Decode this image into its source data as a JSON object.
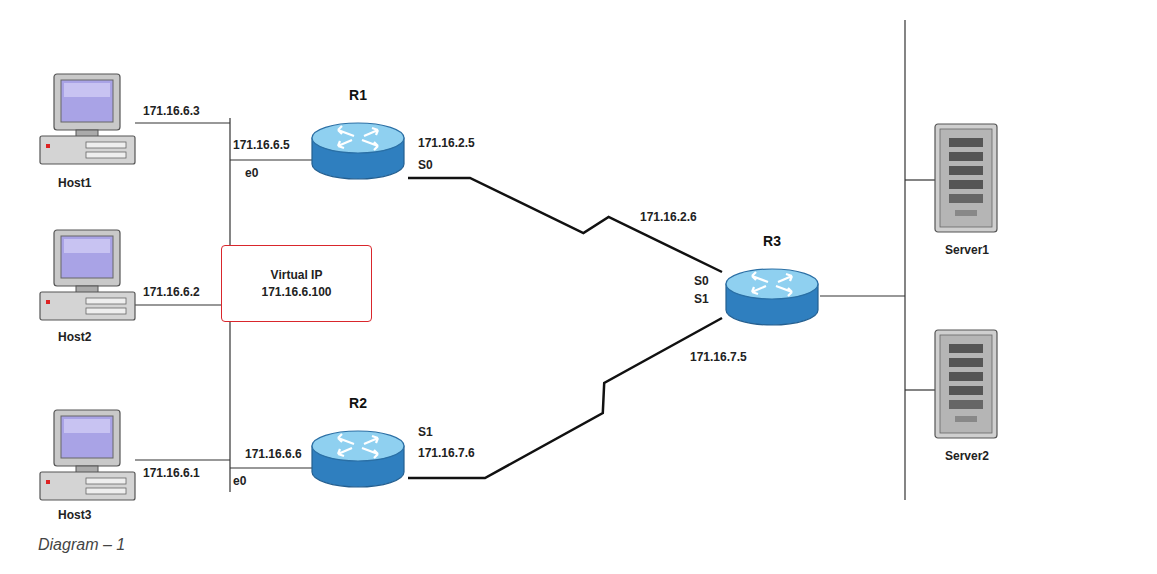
{
  "diagram": {
    "caption": "Diagram – 1",
    "nodes": [
      {
        "text": [
          "R1"
        ]
      },
      {
        "text": [
          "Virtual IP",
          "171.16.6.100"
        ]
      },
      {
        "text": [
          "R2"
        ]
      },
      {
        "text": [
          "R3"
        ]
      }
    ],
    "edges": [
      {
        "from": 0,
        "to": 3,
        "arrow": "none"
      },
      {
        "from": 2,
        "to": 3,
        "arrow": "none"
      }
    ],
    "labels": [
      "Host1",
      "171.16.6.3",
      "Host2",
      "171.16.6.2",
      "Host3",
      "171.16.6.1",
      "171.16.6.5",
      "e0",
      "171.16.2.5",
      "S0",
      "171.16.6.6",
      "e0",
      "S1",
      "171.16.7.6",
      "171.16.2.6",
      "S0",
      "S1",
      "171.16.7.5",
      "Server1",
      "Server2"
    ]
  }
}
